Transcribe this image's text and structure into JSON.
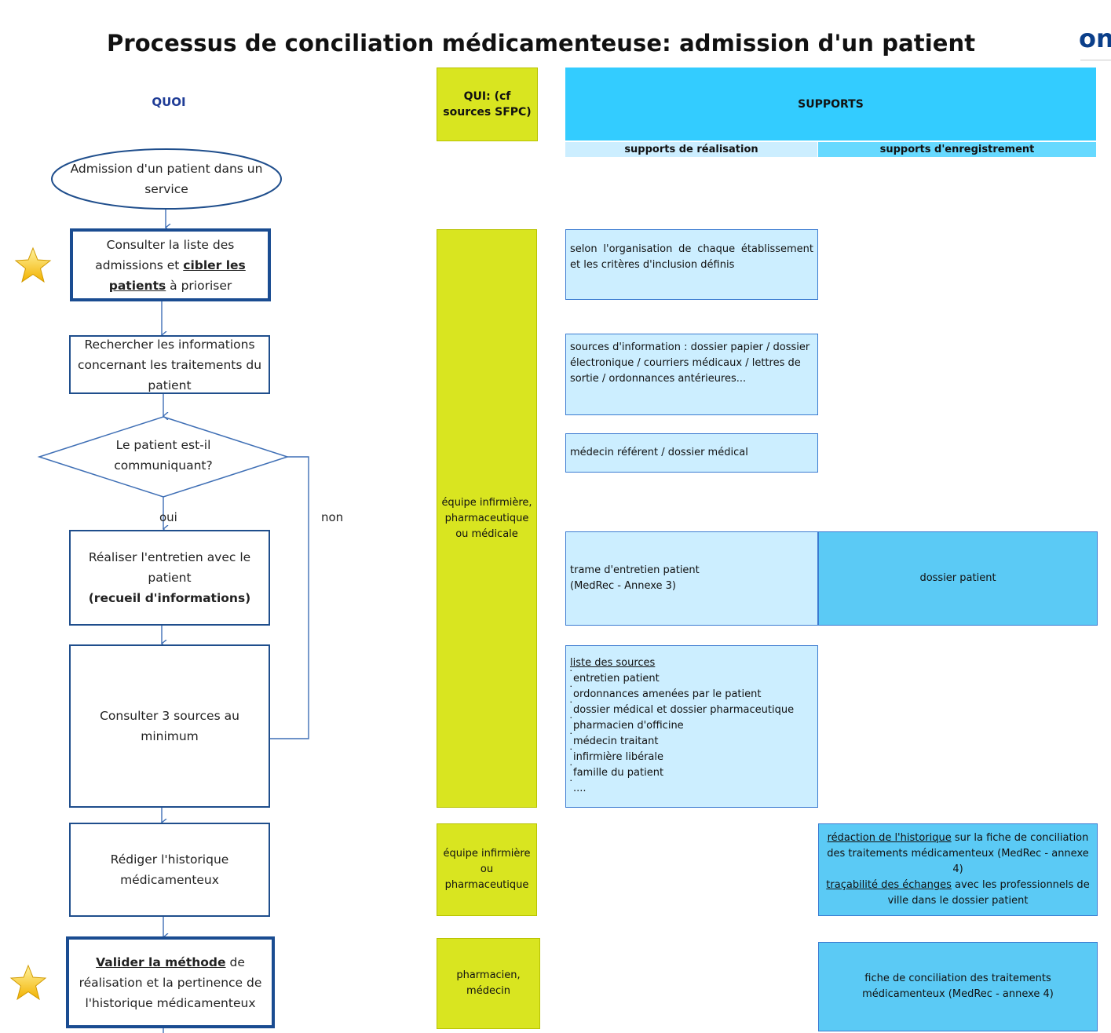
{
  "title": "Processus de conciliation médicamenteuse: admission d'un patient",
  "logo_text": "on",
  "quoi_label": "QUOI",
  "qui_label": "QUI: (cf sources SFPC)",
  "supports": {
    "title": "SUPPORTS",
    "col_realisation": "supports de réalisation",
    "col_enregistrement": "supports d'enregistrement"
  },
  "flow": {
    "start": "Admission d'un patient dans un service",
    "step1": {
      "pre": "Consulter la liste des admissions et ",
      "u1": "cibler les",
      "u2": "patients",
      "post": " à prioriser"
    },
    "step2": "Rechercher les informations concernant les traitements du patient",
    "decision": "Le patient est-il communiquant?",
    "yes_label": "oui",
    "no_label": "non",
    "step3": {
      "line1": "Réaliser l'entretien avec le patient",
      "line2": "(recueil d'informations)"
    },
    "step4": "Consulter 3 sources au minimum",
    "step5": "Rédiger l'historique médicamenteux",
    "step6": {
      "u": "Valider la méthode",
      "post": " de réalisation et la pertinence de l'historique médicamenteux"
    }
  },
  "qui": {
    "who1": "équipe infirmière, pharmaceutique ou médicale",
    "who2": "équipe infirmière ou pharmaceutique",
    "who3": "pharmacien, médecin"
  },
  "realisation": {
    "r1": "selon l'organisation de chaque établissement et les critères d'inclusion définis",
    "r2": "sources d'information : dossier papier / dossier électronique / courriers médicaux / lettres de sortie / ordonnances antérieures...",
    "r3": "médecin référent / dossier médical",
    "r4_line1": "trame d'entretien patient",
    "r4_line2": "(MedRec - Annexe 3)",
    "r5_title": "liste des sources",
    "r5_items": [
      "entretien patient",
      "ordonnances amenées par le patient",
      "dossier médical et dossier pharmaceutique",
      "pharmacien d'officine",
      "médecin traitant",
      "infirmière libérale",
      "famille du patient",
      "...."
    ]
  },
  "enregistrement": {
    "e1": "dossier patient",
    "e2": {
      "u1": "rédaction de l'historique",
      "t1": " sur la fiche de conciliation des traitements médicamenteux (MedRec - annexe 4)",
      "u2": "traçabilité des échanges",
      "t2": " avec les professionnels de ville dans le dossier patient"
    },
    "e3": "fiche de conciliation des traitements médicamenteux (MedRec - annexe 4)"
  },
  "colors": {
    "flow_border": "#1f4e8c",
    "qui_fill": "#d9e520",
    "supports_header": "#33ccff",
    "realisation_fill": "#cceeff",
    "enregistrement_fill": "#5bcaf5"
  },
  "icons": [
    "star-icon"
  ]
}
